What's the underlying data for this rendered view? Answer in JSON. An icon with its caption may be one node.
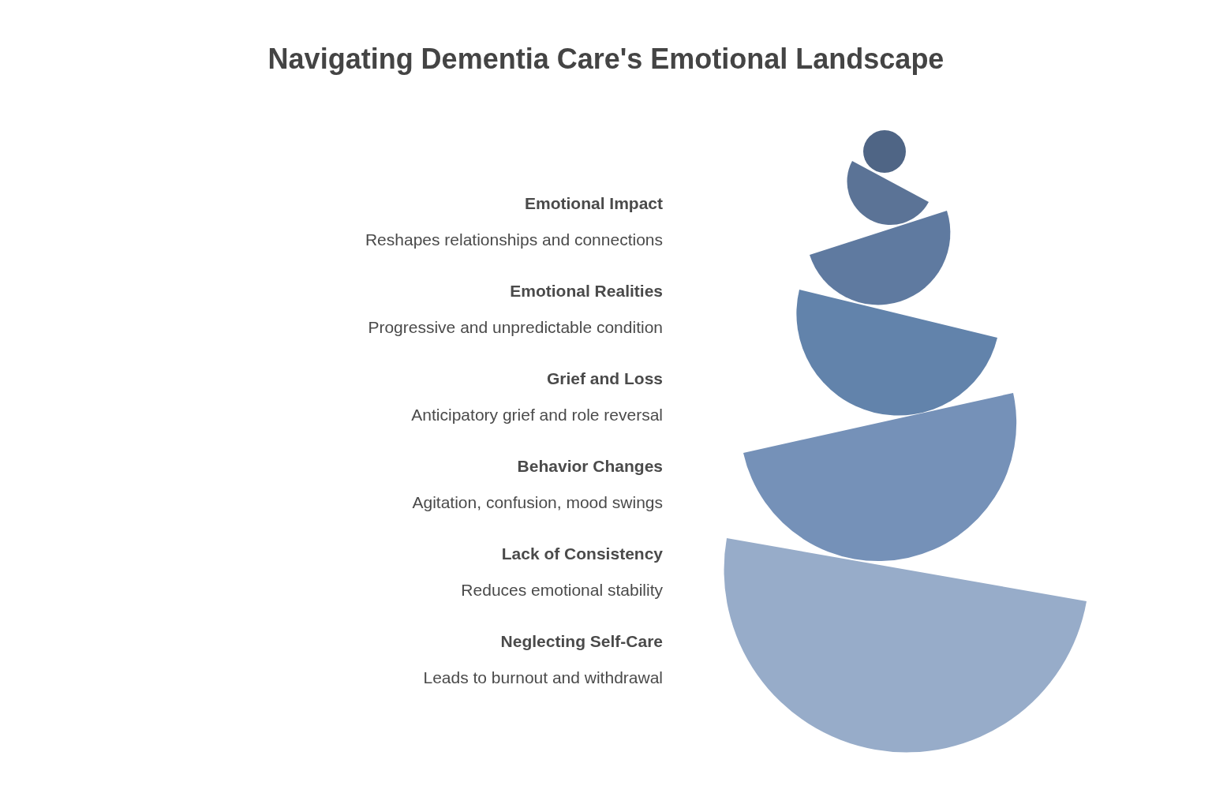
{
  "diagram": {
    "title": "Navigating Dementia Care's Emotional Landscape",
    "labels": [
      "Emotional Impact",
      "Reshapes relationships and connections",
      "Emotional Realities",
      "Progressive and unpredictable condition",
      "Grief and Loss",
      "Anticipatory grief and role reversal",
      "Behavior Changes",
      "Agitation, confusion, mood swings",
      "Lack of Consistency",
      "Reduces emotional stability",
      "Neglecting Self-Care",
      "Leads to burnout and withdrawal"
    ]
  }
}
